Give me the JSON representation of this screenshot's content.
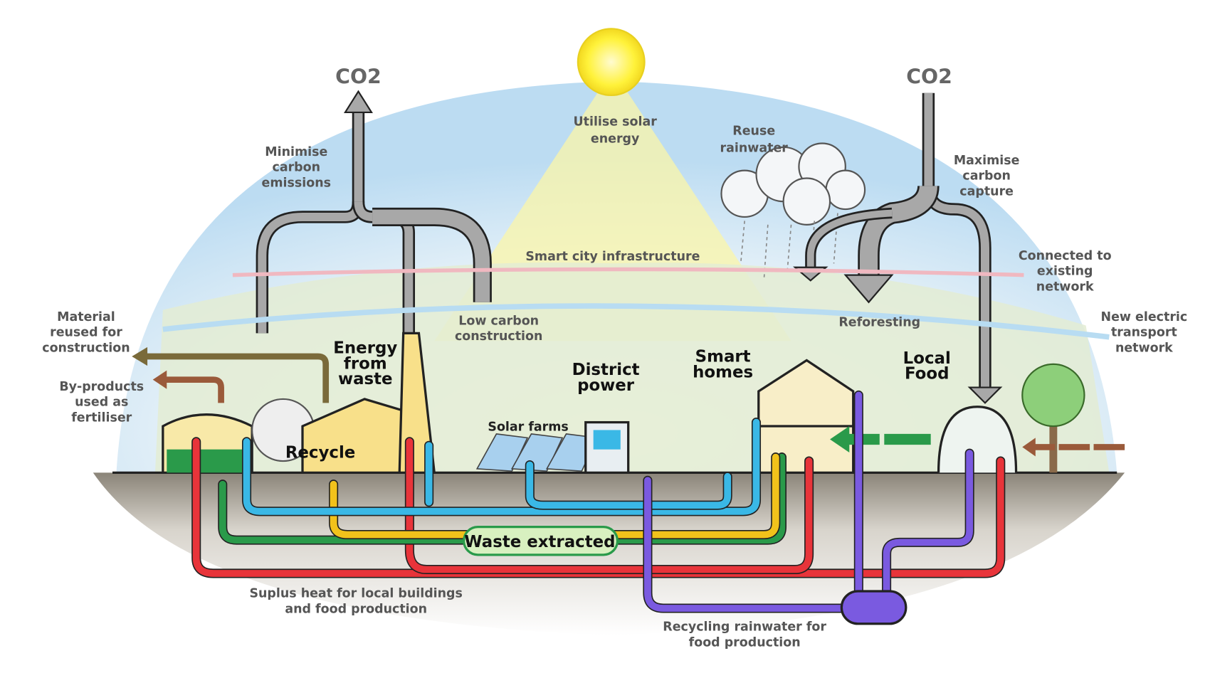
{
  "labels": {
    "co2_left": "CO2",
    "co2_right": "CO2",
    "solar": [
      "Utilise solar",
      "energy"
    ],
    "rainwater": [
      "Reuse",
      "rainwater"
    ],
    "minimise": [
      "Minimise",
      "carbon",
      "emissions"
    ],
    "maximise": [
      "Maximise",
      "carbon",
      "capture"
    ],
    "smart_city": "Smart city infrastructure",
    "connected": [
      "Connected to",
      "existing",
      "network"
    ],
    "material": [
      "Material",
      "reused for",
      "construction"
    ],
    "byproducts": [
      "By-products",
      "used as",
      "fertiliser"
    ],
    "low_carbon": [
      "Low carbon",
      "construction"
    ],
    "reforesting": "Reforesting",
    "electric": [
      "New electric",
      "transport",
      "network"
    ],
    "energy_waste": [
      "Energy",
      "from",
      "waste"
    ],
    "district": [
      "District",
      "power"
    ],
    "smart_homes": [
      "Smart",
      "homes"
    ],
    "local_food": [
      "Local",
      "Food"
    ],
    "recycle": "Recycle",
    "solar_farms": "Solar farms",
    "waste_extracted": "Waste extracted",
    "surplus": [
      "Suplus heat for local buildings",
      "and food production"
    ],
    "recycling_rain": [
      "Recycling rainwater for",
      "food production"
    ]
  },
  "colors": {
    "heat": "#e8343a",
    "waste": "#2a9a4a",
    "recycle": "#f2c21b",
    "water": "#3ab8e6",
    "rainwater": "#7a5ae0",
    "co2": "#a8a8a8",
    "sun": "#fff23a",
    "sky": "#cfe6f6"
  }
}
